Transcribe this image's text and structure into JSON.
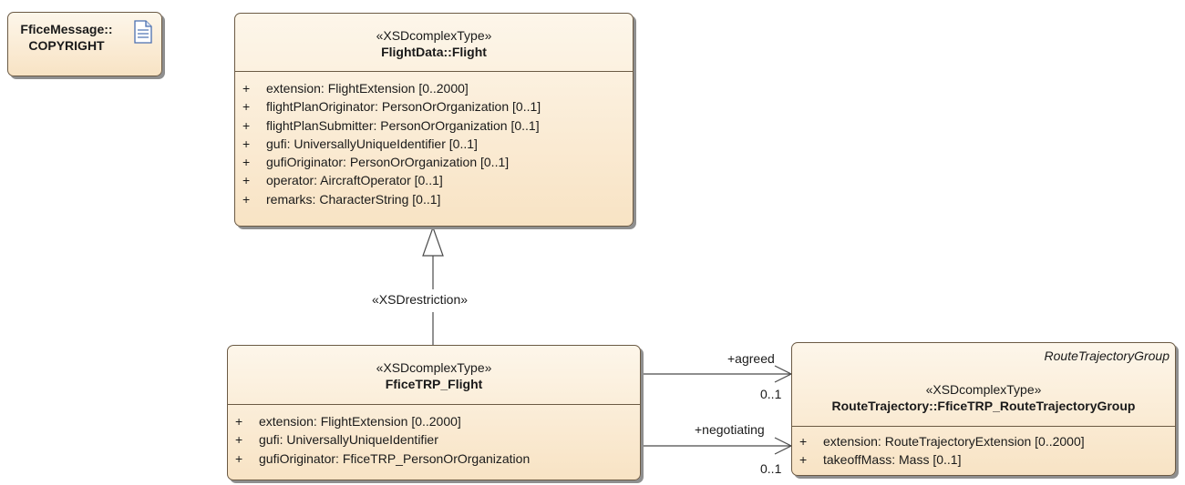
{
  "note": {
    "line1": "FficeMessage::",
    "line2": "COPYRIGHT",
    "icon": "document-icon"
  },
  "flight": {
    "stereotype": "«XSDcomplexType»",
    "name": "FlightData::Flight",
    "attributes": [
      {
        "vis": "+",
        "text": "extension: FlightExtension [0..2000]"
      },
      {
        "vis": "+",
        "text": "flightPlanOriginator: PersonOrOrganization [0..1]"
      },
      {
        "vis": "+",
        "text": "flightPlanSubmitter: PersonOrOrganization [0..1]"
      },
      {
        "vis": "+",
        "text": "gufi: UniversallyUniqueIdentifier [0..1]"
      },
      {
        "vis": "+",
        "text": "gufiOriginator: PersonOrOrganization [0..1]"
      },
      {
        "vis": "+",
        "text": "operator: AircraftOperator [0..1]"
      },
      {
        "vis": "+",
        "text": "remarks: CharacterString [0..1]"
      }
    ]
  },
  "restriction": {
    "label": "«XSDrestriction»"
  },
  "fficeFlight": {
    "stereotype": "«XSDcomplexType»",
    "name": "FficeTRP_Flight",
    "attributes": [
      {
        "vis": "+",
        "text": "extension: FlightExtension [0..2000]"
      },
      {
        "vis": "+",
        "text": "gufi: UniversallyUniqueIdentifier"
      },
      {
        "vis": "+",
        "text": "gufiOriginator: FficeTRP_PersonOrOrganization"
      }
    ]
  },
  "routeGroup": {
    "tag": "RouteTrajectoryGroup",
    "stereotype": "«XSDcomplexType»",
    "name": "RouteTrajectory::FficeTRP_RouteTrajectoryGroup",
    "attributes": [
      {
        "vis": "+",
        "text": "extension: RouteTrajectoryExtension [0..2000]"
      },
      {
        "vis": "+",
        "text": "takeoffMass: Mass [0..1]"
      }
    ]
  },
  "associations": {
    "agreed": {
      "role": "+agreed",
      "multiplicity": "0..1"
    },
    "negotiating": {
      "role": "+negotiating",
      "multiplicity": "0..1"
    }
  },
  "colors": {
    "fill_top": "#fdf6ea",
    "fill_bottom": "#f8e3c4",
    "border": "#6b5a44",
    "shadow": "#8f8f8f",
    "line": "#4a4a4a"
  }
}
